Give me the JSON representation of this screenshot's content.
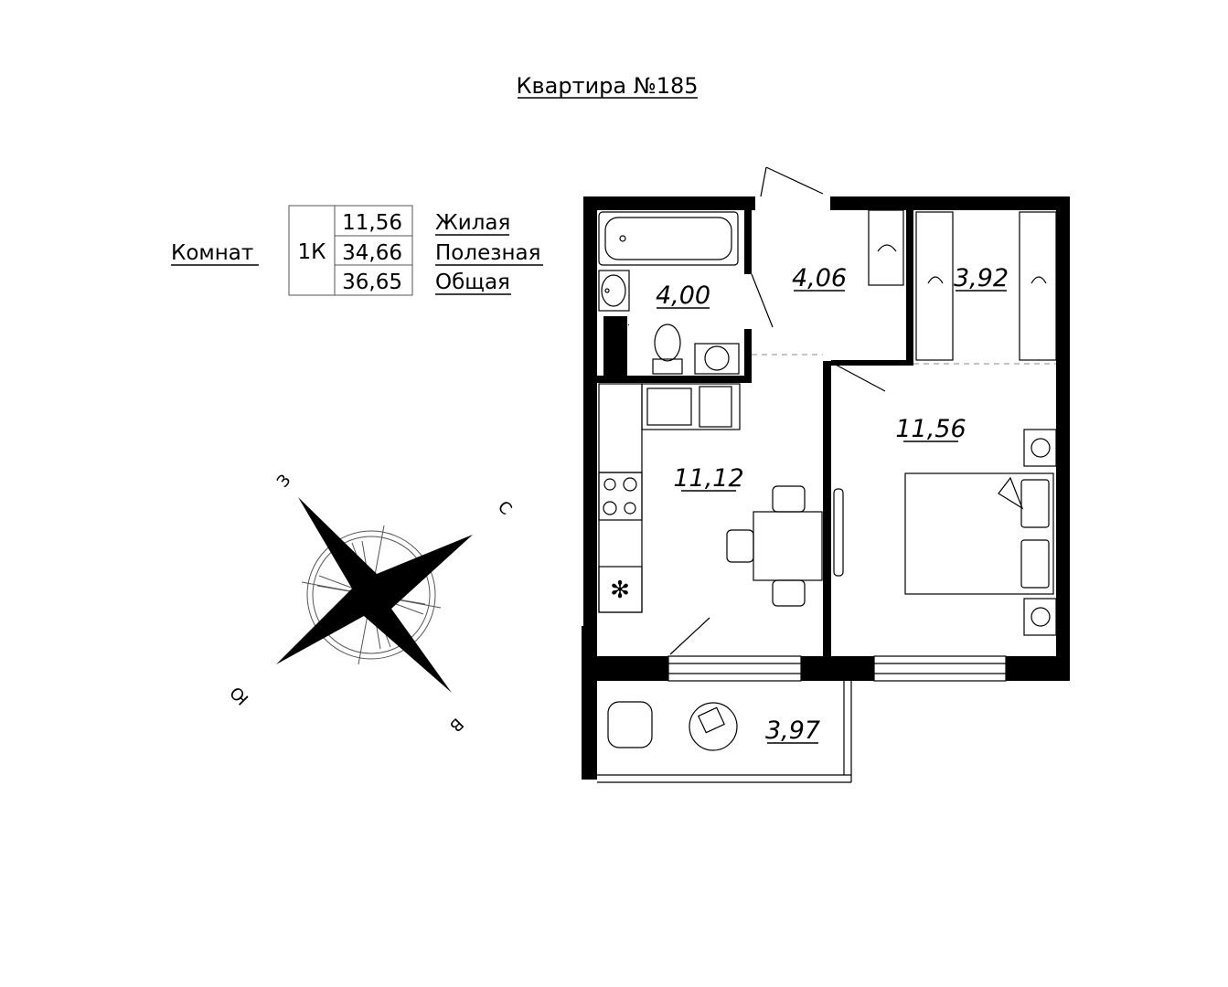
{
  "title": "Квартира №185",
  "summary": {
    "rooms_label": "Комнат",
    "rooms_value": "1К",
    "rows": [
      {
        "value": "11,56",
        "label": "Жилая"
      },
      {
        "value": "34,66",
        "label": "Полезная"
      },
      {
        "value": "36,65",
        "label": "Общая"
      }
    ]
  },
  "rooms": {
    "bathroom": "4,00",
    "hallway": "4,06",
    "wardrobe": "3,92",
    "kitchen": "11,12",
    "bedroom": "11,56",
    "balcony": "3,97"
  },
  "compass": {
    "north": "С",
    "south": "Ю",
    "east": "В",
    "west": "З"
  }
}
